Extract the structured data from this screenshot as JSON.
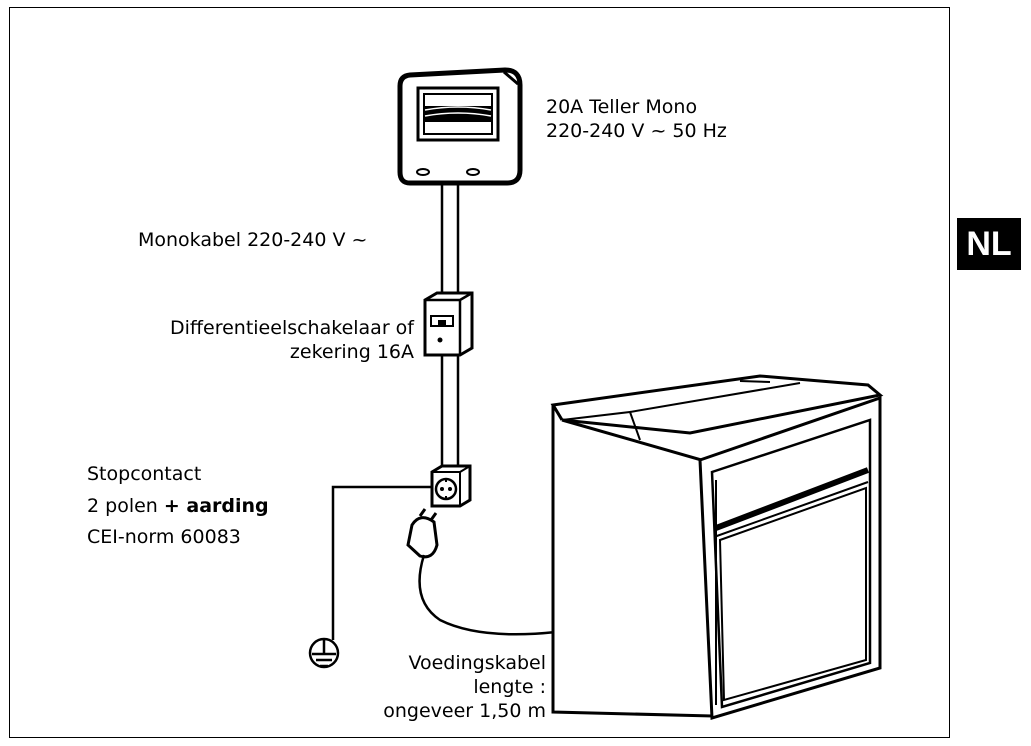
{
  "badge": {
    "language": "NL"
  },
  "labels": {
    "meter_line1": "20A Teller Mono",
    "meter_line2": "220-240 V ~ 50 Hz",
    "cable": "Monokabel 220-240 V ~",
    "breaker_line1": "Differentieelschakelaar of",
    "breaker_line2": "zekering 16A",
    "socket_line1": "Stopcontact",
    "socket_line2_plain": "2 polen ",
    "socket_line2_bold": "+ aarding",
    "socket_line3": "CEI-norm 60083",
    "power_cable_line1": "Voedingskabel",
    "power_cable_line2": "lengte :",
    "power_cable_line3": "ongeveer 1,50 m"
  },
  "icons": [
    "electric-meter-icon",
    "breaker-box-icon",
    "wall-socket-icon",
    "plug-icon",
    "ground-symbol-icon",
    "oven-icon"
  ]
}
